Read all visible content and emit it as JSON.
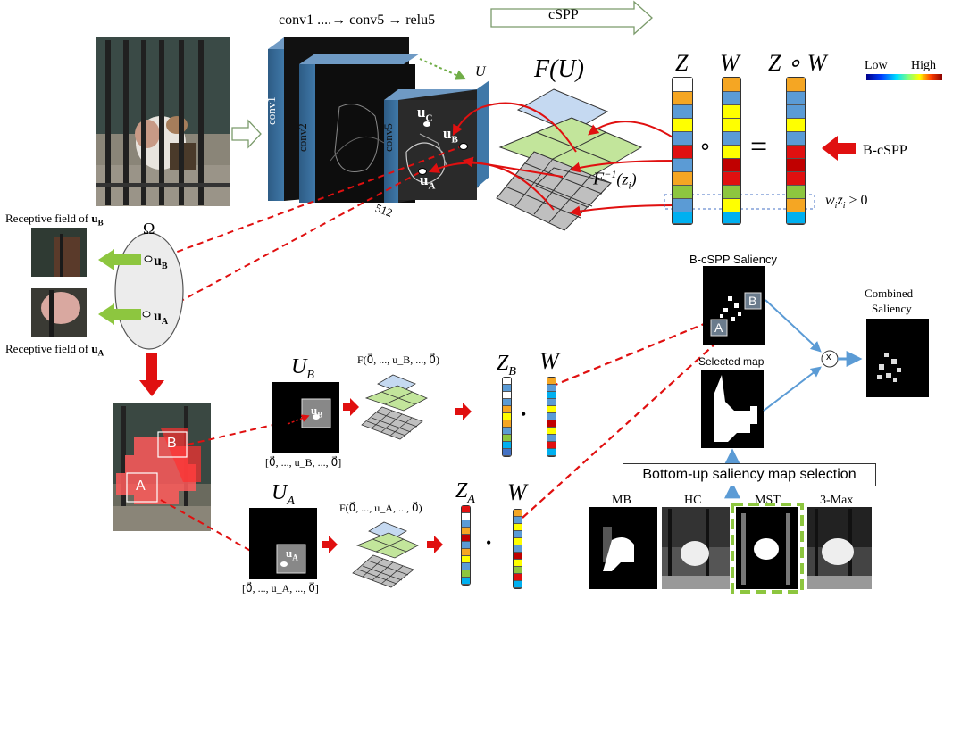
{
  "top": {
    "conv_label": "conv1 ....→ conv5 → relu5",
    "cspp_arrow": "cSPP",
    "u_label": "U",
    "f_u": "F(U)",
    "finv": "F",
    "finv_sup": "−1",
    "finv_arg": "(z",
    "finv_sub": "i",
    "finv_close": ")",
    "layers": [
      "conv1",
      "conv2",
      "conv5"
    ],
    "depth": "512",
    "z": "Z",
    "w": "W",
    "zw": "Z ∘ W",
    "circ": "∘",
    "eq": "=",
    "legend_low": "Low",
    "legend_high": "High",
    "bcspp": "B-cSPP",
    "wz": "w",
    "wz_i": "i",
    "wz_z": "z",
    "wz_gt": "> 0",
    "uc": "u",
    "uc_sub": "C",
    "ub": "u",
    "ub_sub": "B",
    "ua": "u",
    "ua_sub": "A"
  },
  "left": {
    "rf_b": "Receptive field of",
    "rf_b_u": "u",
    "rf_b_sub": "B",
    "rf_a": "Receptive field of",
    "rf_a_u": "u",
    "rf_a_sub": "A",
    "omega": "Ω",
    "box_a": "A",
    "box_b": "B"
  },
  "middle": {
    "ub_title": "U",
    "ub_title_sub": "B",
    "ub_vec": "[0⃗, ..., u_B, ..., 0⃗]",
    "fb": "F(0⃗, ..., u_B, ..., 0⃗)",
    "zb": "Z",
    "zb_sub": "B",
    "wb": "W",
    "ua_title": "U",
    "ua_title_sub": "A",
    "ua_vec": "[0⃗, ..., u_A, ..., 0⃗]",
    "fa": "F(0⃗, ..., u_A, ..., 0⃗)",
    "za": "Z",
    "za_sub": "A",
    "wa": "W",
    "dot": "•"
  },
  "right": {
    "bcspp_sal": "B-cSPP  Saliency",
    "combined": "Combined",
    "combined2": "Saliency",
    "selected": "Selected map",
    "mult": "x",
    "selection": "Bottom-up saliency map selection",
    "maps": [
      "MB",
      "HC",
      "MST",
      "3-Max"
    ],
    "box_a": "A",
    "box_b": "B"
  },
  "colors": {
    "red": "#e01010",
    "blue_arrow": "#5b9bd5",
    "green_arrow": "#8dc63f",
    "plane_blue": "#c5d9f1",
    "plane_green": "#c2e59b",
    "plane_gray": "#bfbfbf"
  }
}
